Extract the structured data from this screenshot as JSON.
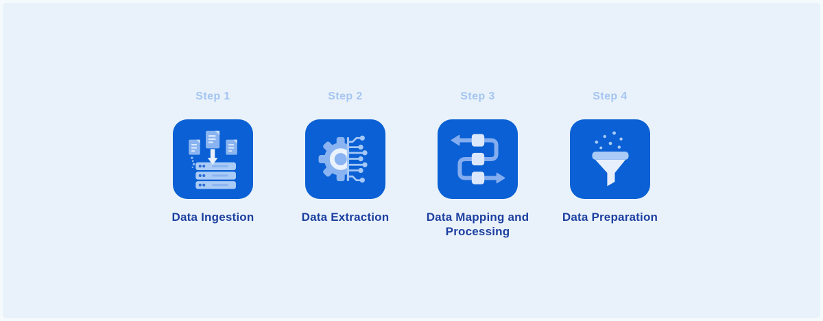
{
  "steps": [
    {
      "label": "Step 1",
      "title": "Data Ingestion",
      "icon": "data-ingestion-icon"
    },
    {
      "label": "Step 2",
      "title": "Data Extraction",
      "icon": "data-extraction-icon"
    },
    {
      "label": "Step 3",
      "title": "Data Mapping and Processing",
      "icon": "data-mapping-icon"
    },
    {
      "label": "Step 4",
      "title": "Data Preparation",
      "icon": "data-preparation-icon"
    }
  ],
  "colors": {
    "canvas_background": "#e9f2fa",
    "frame_edge": "#f5fafd",
    "tile_blue": "#0a60d4",
    "step_label_blue": "#a5c5f1",
    "title_blue": "#1d3fa0",
    "icon_mid_blue": "#8ab4f1",
    "icon_pale_blue": "#a9cbf6",
    "icon_near_white": "#e8f0fc"
  }
}
